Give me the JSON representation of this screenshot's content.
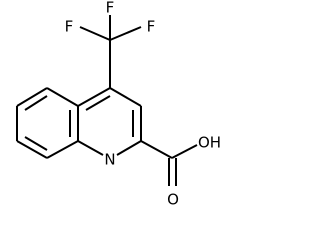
{
  "molecule": {
    "atoms": {
      "f1": "F",
      "f2": "F",
      "f3": "F",
      "n": "N",
      "o_hydroxyl": "OH",
      "o_carbonyl": "O"
    }
  }
}
